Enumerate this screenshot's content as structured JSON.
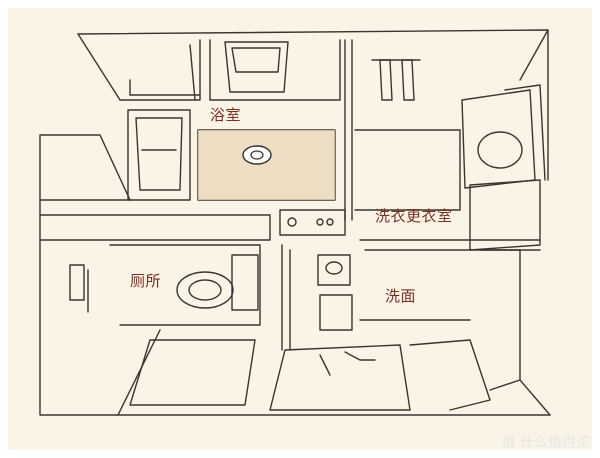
{
  "colors": {
    "background": "#ffffff",
    "paper": "#f9f4e6",
    "wall_line": "#3a3530",
    "highlight_floor": "#e8d5b5",
    "label": "#7a2e24",
    "watermark": "#e0e0e0"
  },
  "rooms": {
    "bathroom": "浴室",
    "laundry_dressing": "洗衣更衣室",
    "toilet": "厕所",
    "washroom": "洗面"
  },
  "watermark": {
    "text": "值 什么值得买",
    "icon": "smzdm-logo-icon"
  },
  "icons": {
    "towel": "towel-icon",
    "washing_machine": "washing-machine-icon",
    "window": "window-icon",
    "bathtub": "bathtub-icon",
    "toilet": "toilet-icon",
    "sink": "sink-icon"
  }
}
